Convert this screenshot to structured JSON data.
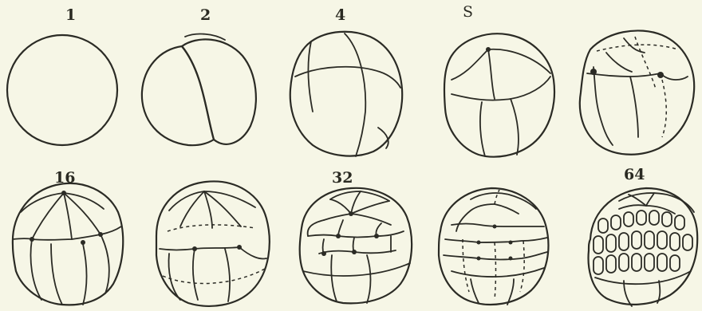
{
  "labels": {
    "stage1": "1",
    "stage2": "2",
    "stage4": "4",
    "stage8": "S",
    "stage16": "16",
    "stage32": "32",
    "stage64": "64"
  },
  "colors": {
    "ink": "#2b2b25",
    "background": "#f6f6e6"
  }
}
